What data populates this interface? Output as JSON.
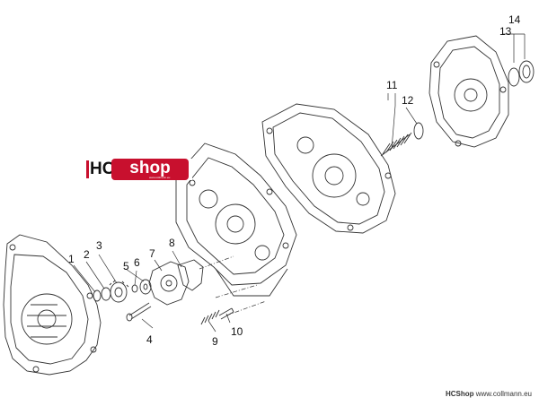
{
  "logo": {
    "hc": "HC",
    "shop": "shop",
    "sub": "www.collmann.eu"
  },
  "footer": {
    "brand": "HCShop",
    "url": "www.collmann.eu"
  },
  "callouts": {
    "c1": "1",
    "c2": "2",
    "c3": "3",
    "c4": "4",
    "c5": "5",
    "c6": "6",
    "c7": "7",
    "c8": "8",
    "c9": "9",
    "c10": "10",
    "c11": "11",
    "c12": "12",
    "c13": "13",
    "c14": "14"
  }
}
